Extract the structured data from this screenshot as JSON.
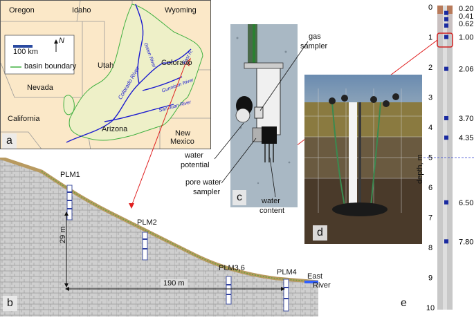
{
  "panel_a": {
    "letter": "a",
    "states": [
      "Oregon",
      "Idaho",
      "Wyoming",
      "Utah",
      "Colorado",
      "Nevada",
      "California",
      "Arizona",
      "New",
      "Mexico"
    ],
    "rivers": [
      "Colorado River",
      "Green River",
      "East R.",
      "Gunnison River",
      "San Juan River"
    ],
    "scale_label": "100 km",
    "north_label": "N",
    "legend_label": "basin boundary",
    "colors": {
      "basin_fill": "#eef0c8",
      "land": "#fbe8c8",
      "river": "#1a1ad0",
      "boundary": "#40b040"
    }
  },
  "panel_b": {
    "letter": "b",
    "wells": [
      "PLM1",
      "PLM2",
      "PLM3,6",
      "PLM4"
    ],
    "height_label": "29 m",
    "distance_label": "190 m",
    "river_label": [
      "East",
      "River"
    ]
  },
  "panel_c": {
    "letter": "c",
    "labels": [
      "gas",
      "sampler",
      "water",
      "potential",
      "pore water",
      "sampler",
      "water",
      "content"
    ]
  },
  "panel_d": {
    "letter": "d"
  },
  "panel_e": {
    "letter": "e",
    "axis_label": "depth,  m",
    "ticks": [
      "0",
      "1",
      "2",
      "3",
      "4",
      "5",
      "6",
      "7",
      "8",
      "9",
      "10"
    ],
    "depth_values": [
      "0.20",
      "0.41",
      "0.62",
      "1.00",
      "2.06",
      "3.70",
      "4.35",
      "6.50",
      "7.80"
    ]
  }
}
